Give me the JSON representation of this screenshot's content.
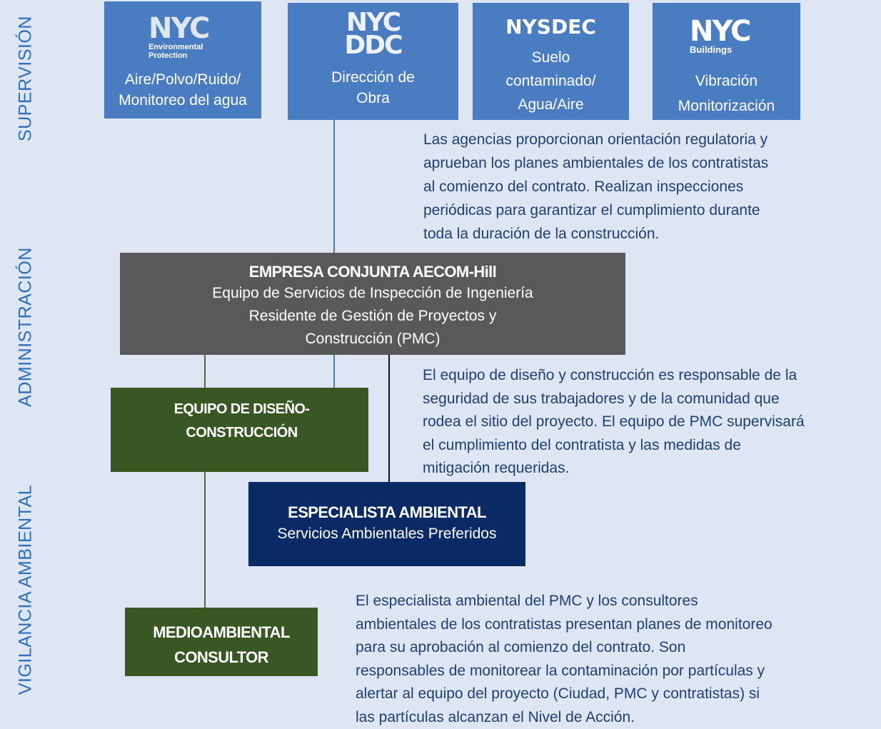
{
  "sections": {
    "supervision": "SUPERVISIÓN",
    "administracion": "ADMINISTRACIÓN",
    "vigilancia": "VIGILANCIA AMBIENTAL"
  },
  "agencies": [
    {
      "logo": "NYC",
      "logo_sub": "Environmental\nProtection",
      "line1": "Aire/Polvo/Ruido/",
      "line2": "Monitoreo del agua"
    },
    {
      "logo_top": "NYC",
      "logo_bottom": "DDC",
      "line1": "Dirección de",
      "line2": "Obra"
    },
    {
      "logo": "NYSDEC",
      "line1": "Suelo",
      "line2": "contaminado/",
      "line3": "Agua/Aire"
    },
    {
      "logo": "NYC",
      "logo_sub": "Buildings",
      "line1": "Vibración",
      "line2": "Monitorización"
    }
  ],
  "paragraphs": {
    "agencies_note": [
      "Las agencias proporcionan orientación regulatoria y",
      "aprueban los planes ambientales de los contratistas",
      "al comienzo del contrato. Realizan inspecciones",
      "periódicas para garantizar el cumplimiento durante",
      "toda la duración de la construcción."
    ],
    "design_build_note": [
      "El equipo de diseño y construcción es responsable de la",
      "seguridad de sus trabajadores y de la comunidad que",
      "rodea el sitio del proyecto. El equipo de PMC supervisará",
      "el cumplimiento del contratista y las medidas de",
      "mitigación requeridas."
    ],
    "monitoring_note": [
      "El especialista ambiental del PMC y los consultores",
      "ambientales de los contratistas presentan planes de monitoreo",
      "para su aprobación al comienzo del contrato. Son",
      "responsables de monitorear la contaminación por partículas y",
      "alertar al equipo del proyecto (Ciudad, PMC y contratistas) si",
      "las partículas alcanzan el Nivel de Acción."
    ]
  },
  "org": {
    "jv": {
      "title": "EMPRESA CONJUNTA AECOM-Hill",
      "lines": [
        "Equipo de Servicios de Inspección de Ingeniería",
        "Residente de Gestión de Proyectos y",
        "Construcción (PMC)"
      ]
    },
    "design_build": {
      "line1": "EQUIPO DE DISEÑO-",
      "line2": "CONSTRUCCIÓN"
    },
    "specialist": {
      "title": "ESPECIALISTA AMBIENTAL",
      "sub": "Servicios Ambientales Preferidos"
    },
    "consultant": {
      "line1": "MEDIOAMBIENTAL",
      "line2": "CONSULTOR"
    }
  },
  "colors": {
    "background": "#dde6f2",
    "agency_blue": "#4a7cc2",
    "gray": "#595959",
    "green": "#385723",
    "navy": "#0a2a66",
    "label_blue": "#2e6fba",
    "text_navy": "#1f3f73"
  }
}
